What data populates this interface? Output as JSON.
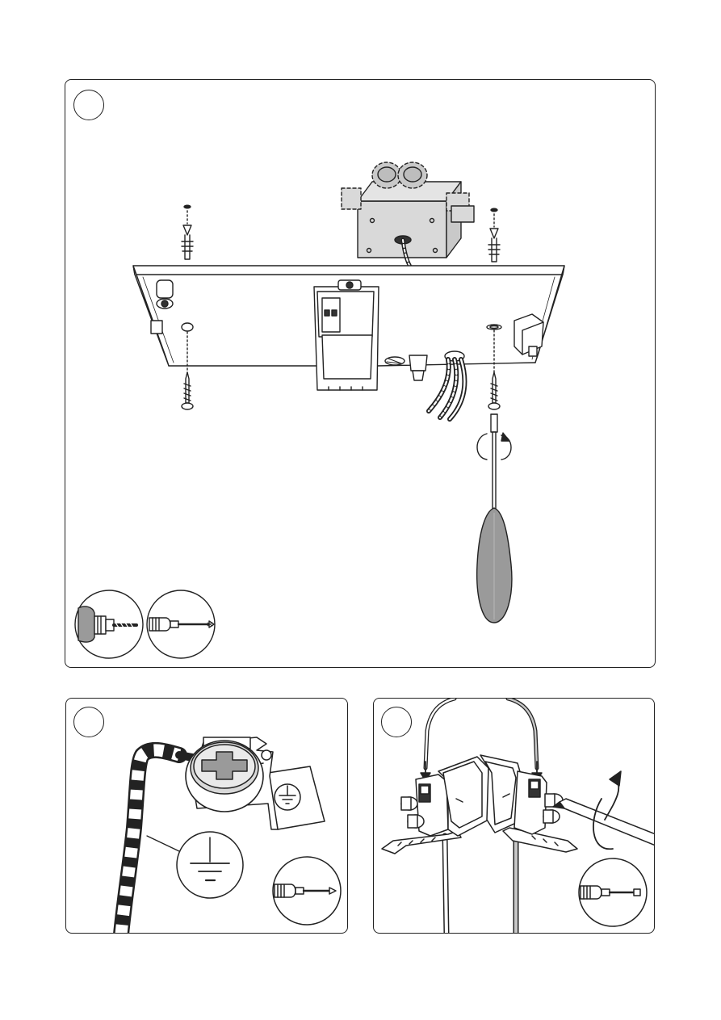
{
  "colors": {
    "line": "#222222",
    "box_fill": "#d9d9d9",
    "handle_fill": "#9a9a9a",
    "wire_grey": "#c8c8c8",
    "paper": "#ffffff"
  },
  "panels": [
    {
      "id": "mounting",
      "step_label": "",
      "icons": [
        "wall-plug-icon",
        "screw-icon",
        "junction-box-icon",
        "mounting-plate-icon",
        "screwdriver-icon",
        "rotation-arrow-icon",
        "drill-tool-icon",
        "screwdriver-tool-icon"
      ]
    },
    {
      "id": "earth-connection",
      "step_label": "",
      "icons": [
        "striped-earth-wire-icon",
        "earth-screw-icon",
        "earth-symbol-icon",
        "earth-symbol-callout-icon",
        "screwdriver-tool-icon"
      ]
    },
    {
      "id": "wire-connection",
      "step_label": "",
      "icons": [
        "terminal-block-icon",
        "wire-insert-arrow-icon",
        "screwdriver-icon",
        "rotation-arrow-icon",
        "flat-screwdriver-tool-icon"
      ]
    }
  ]
}
